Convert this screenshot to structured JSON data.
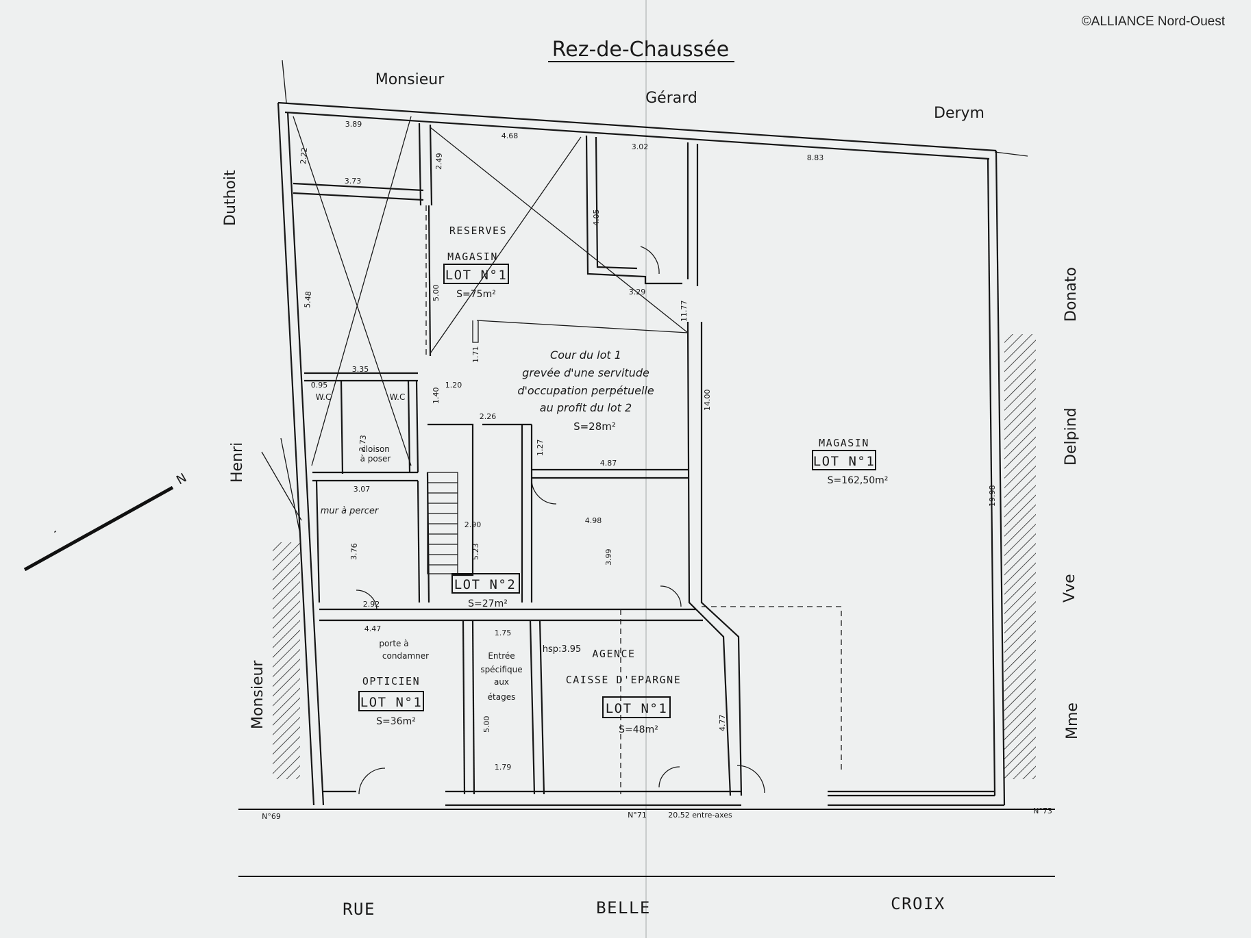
{
  "copyright": "©ALLIANCE Nord-Ouest",
  "title": "Rez-de-Chaussée",
  "neighbors": {
    "top_first": "Monsieur",
    "top_middle": "Gérard",
    "top_last": "Derym",
    "left_upper": "Duthoit",
    "left_middle": "Henri",
    "left_lower": "Monsieur",
    "right_upper": "Donato",
    "right_middle": "Delpind",
    "right_lower": "Vve",
    "right_bottom": "Mme"
  },
  "street": {
    "word1": "RUE",
    "word2": "BELLE",
    "word3": "CROIX"
  },
  "north_label": "N",
  "rooms": {
    "reserves": "RESERVES",
    "magasin_small": "MAGASIN",
    "lot1_small": "LOT N°1",
    "lot1_small_area": "S=75m²",
    "cour_line1": "Cour du lot 1",
    "cour_line2": "grevée d'une servitude",
    "cour_line3": "d'occupation perpétuelle",
    "cour_line4": "au profit du lot 2",
    "cour_area": "S=28m²",
    "magasin_large": "MAGASIN",
    "lot1_large": "LOT N°1",
    "lot1_large_area": "S=162,50m²",
    "wc_left": "W.C",
    "wc_right": "W.C",
    "cloison1": "cloison",
    "cloison2": "à poser",
    "mur": "mur à percer",
    "lot2": "LOT N°2",
    "lot2_area": "S=27m²",
    "porte1": "porte à",
    "porte2": "condamner",
    "entree1": "Entrée",
    "entree2": "spécifique",
    "entree3": "aux",
    "entree4": "étages",
    "hsp": "hsp:3.95",
    "agence": "AGENCE",
    "caisse": "CAISSE D'EPARGNE",
    "lot1_agence": "LOT N°1",
    "lot1_agence_area": "S=48m²",
    "opticien": "OPTICIEN",
    "lot1_opticien": "LOT N°1",
    "lot1_opticien_area": "S=36m²"
  },
  "dimensions": {
    "d1": "3.89",
    "d2": "4.68",
    "d3": "3.02",
    "d4": "8.83",
    "d5": "2.22",
    "d6": "2.49",
    "d7": "3.73",
    "d8": "4.05",
    "d9": "5.48",
    "d10": "5.00",
    "d11": "3.29",
    "d12": "11.77",
    "d13": "1.71",
    "d14": "3.35",
    "d15": "1.20",
    "d16": "1.40",
    "d17": "0.95",
    "d18": "2.26",
    "d19": "14.00",
    "d20": "2.73",
    "d21": "1.27",
    "d22": "4.87",
    "d23": "3.07",
    "d24": "2.90",
    "d25": "5.23",
    "d26": "4.98",
    "d27": "3.99",
    "d28": "3.76",
    "d29": "19.98",
    "d30": "2.92",
    "d31": "4.47",
    "d32": "1.75",
    "d33": "5.00",
    "d34": "4.77",
    "d35": "1.79"
  },
  "street_numbers": {
    "n69": "N°69",
    "n71": "N°71",
    "entre_axes": "20.52 entre-axes",
    "n73": "N°73"
  }
}
